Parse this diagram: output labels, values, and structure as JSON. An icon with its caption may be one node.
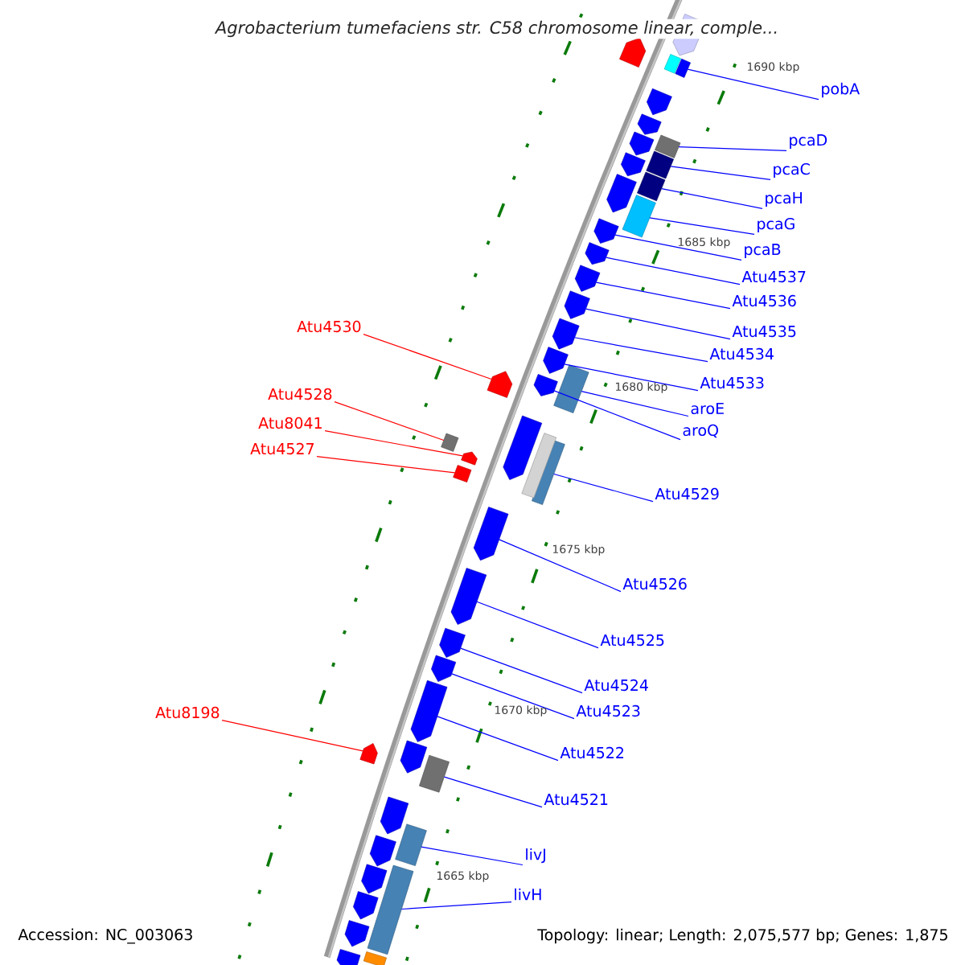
{
  "diagram": {
    "title": "Agrobacterium tumefaciens str. C58 chromosome linear, comple...",
    "nodes": [
      {
        "text": [
          "pobA"
        ]
      },
      {
        "text": [
          "pcaD"
        ]
      },
      {
        "text": [
          "pcaC"
        ]
      },
      {
        "text": [
          "pcaH"
        ]
      },
      {
        "text": [
          "pcaG"
        ]
      },
      {
        "text": [
          "pcaB"
        ]
      },
      {
        "text": [
          "Atu4537"
        ]
      },
      {
        "text": [
          "Atu4536"
        ]
      },
      {
        "text": [
          "Atu4535"
        ]
      },
      {
        "text": [
          "Atu4534"
        ]
      },
      {
        "text": [
          "Atu4533"
        ]
      },
      {
        "text": [
          "aroE"
        ]
      },
      {
        "text": [
          "aroQ"
        ]
      },
      {
        "text": [
          "Atu4529"
        ]
      },
      {
        "text": [
          "Atu4526"
        ]
      },
      {
        "text": [
          "Atu4525"
        ]
      },
      {
        "text": [
          "Atu4524"
        ]
      },
      {
        "text": [
          "Atu4523"
        ]
      },
      {
        "text": [
          "Atu4522"
        ]
      },
      {
        "text": [
          "Atu4521"
        ]
      },
      {
        "text": [
          "livJ"
        ]
      },
      {
        "text": [
          "livH"
        ]
      },
      {
        "text": [
          "Atu4530"
        ]
      },
      {
        "text": [
          "Atu4528"
        ]
      },
      {
        "text": [
          "Atu8041"
        ]
      },
      {
        "text": [
          "Atu4527"
        ]
      },
      {
        "text": [
          "Atu8198"
        ]
      },
      {
        "text": [],
        "shape": "bar"
      },
      {
        "text": [],
        "shape": "bar"
      },
      {
        "text": [],
        "shape": "bar"
      },
      {
        "text": [],
        "shape": "bar"
      },
      {
        "text": [],
        "shape": "bar"
      },
      {
        "text": [],
        "shape": "pentagon"
      },
      {
        "text": [],
        "shape": "pentagon"
      },
      {
        "text": [],
        "shape": "pentagon"
      },
      {
        "text": [],
        "shape": "pentagon"
      },
      {
        "text": [],
        "shape": "pentagon"
      },
      {
        "text": [],
        "shape": "pentagon"
      },
      {
        "text": [],
        "shape": "bar"
      },
      {
        "text": [],
        "shape": "pentagon"
      },
      {
        "text": [],
        "shape": "bar"
      },
      {
        "text": [],
        "shape": "pentagon"
      },
      {
        "text": [],
        "shape": "pentagon"
      },
      {
        "text": [],
        "shape": "pentagon"
      },
      {
        "text": [],
        "shape": "pentagon"
      },
      {
        "text": [],
        "shape": "pentagon"
      },
      {
        "text": [],
        "shape": "bar"
      },
      {
        "text": [],
        "shape": "bar"
      },
      {
        "text": [],
        "shape": "bar"
      },
      {
        "text": [],
        "shape": "pentagon"
      },
      {
        "text": [],
        "shape": "bar"
      },
      {
        "text": [],
        "shape": "pentagon"
      },
      {
        "text": [],
        "shape": "bar"
      },
      {
        "text": [],
        "shape": "pentagon"
      },
      {
        "text": [],
        "shape": "pentagon"
      },
      {
        "text": [],
        "shape": "bar"
      },
      {
        "text": [],
        "shape": "pentagon"
      },
      {
        "text": [],
        "shape": "pentagon"
      },
      {
        "text": [],
        "shape": "pentagon"
      },
      {
        "text": [],
        "shape": "pentagon"
      },
      {
        "text": [],
        "shape": "pentagon"
      },
      {
        "text": [],
        "shape": "pentagon"
      },
      {
        "text": [],
        "shape": "pentagon"
      },
      {
        "text": [],
        "shape": "pentagon"
      },
      {
        "text": [],
        "shape": "pentagon"
      },
      {
        "text": [],
        "shape": "pentagon"
      },
      {
        "text": [],
        "shape": "pentagon"
      },
      {
        "text": [],
        "shape": "pentagon"
      },
      {
        "text": [],
        "shape": "pentagon"
      },
      {
        "text": [],
        "shape": "bar"
      },
      {
        "text": [],
        "shape": "bar"
      },
      {
        "text": [],
        "shape": "pentagon"
      }
    ],
    "edges": [
      {
        "from": 0,
        "to": 27,
        "arrow": "none"
      },
      {
        "from": 1,
        "to": 28,
        "arrow": "none"
      },
      {
        "from": 2,
        "to": 29,
        "arrow": "none"
      },
      {
        "from": 3,
        "to": 30,
        "arrow": "none"
      },
      {
        "from": 4,
        "to": 31,
        "arrow": "none"
      },
      {
        "from": 5,
        "to": 32,
        "arrow": "none"
      },
      {
        "from": 6,
        "to": 33,
        "arrow": "none"
      },
      {
        "from": 7,
        "to": 34,
        "arrow": "none"
      },
      {
        "from": 8,
        "to": 35,
        "arrow": "none"
      },
      {
        "from": 9,
        "to": 36,
        "arrow": "none"
      },
      {
        "from": 10,
        "to": 37,
        "arrow": "none"
      },
      {
        "from": 11,
        "to": 38,
        "arrow": "none"
      },
      {
        "from": 12,
        "to": 39,
        "arrow": "none"
      },
      {
        "from": 13,
        "to": 40,
        "arrow": "none"
      },
      {
        "from": 14,
        "to": 41,
        "arrow": "none"
      },
      {
        "from": 15,
        "to": 42,
        "arrow": "none"
      },
      {
        "from": 16,
        "to": 43,
        "arrow": "none"
      },
      {
        "from": 17,
        "to": 44,
        "arrow": "none"
      },
      {
        "from": 18,
        "to": 45,
        "arrow": "none"
      },
      {
        "from": 19,
        "to": 46,
        "arrow": "none"
      },
      {
        "from": 20,
        "to": 47,
        "arrow": "none"
      },
      {
        "from": 21,
        "to": 48,
        "arrow": "none"
      },
      {
        "from": 22,
        "to": 49,
        "arrow": "none",
        "color": "#ff0000"
      },
      {
        "from": 23,
        "to": 50,
        "arrow": "none",
        "color": "#ff0000"
      },
      {
        "from": 24,
        "to": 51,
        "arrow": "none",
        "color": "#ff0000"
      },
      {
        "from": 25,
        "to": 52,
        "arrow": "none",
        "color": "#ff0000"
      },
      {
        "from": 26,
        "to": 53,
        "arrow": "none",
        "color": "#ff0000"
      }
    ],
    "labels": [
      "1690 kbp",
      "1685 kbp",
      "1680 kbp",
      "1675 kbp",
      "1670 kbp",
      "1665 kbp",
      "Accession: NC_003063",
      "Topology: linear; Length: 2,075,577 bp; Genes: 1,875"
    ]
  }
}
